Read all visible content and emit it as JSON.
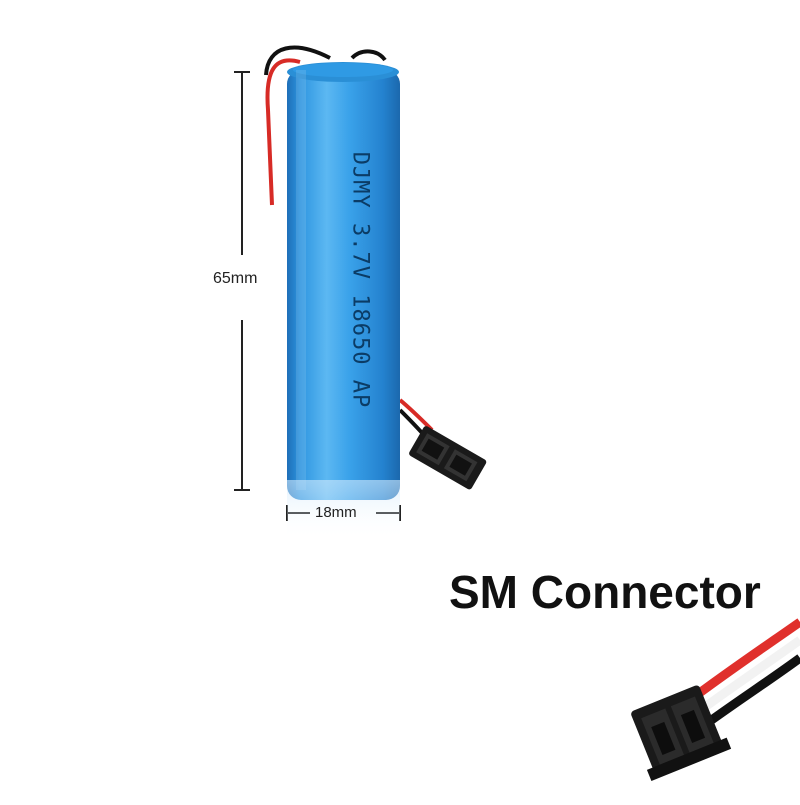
{
  "dimensions": {
    "height_label": "65mm",
    "width_label": "18mm"
  },
  "battery": {
    "print_text": "DJMY 3.7V 18650 AP",
    "body_color": "#2a8fd6"
  },
  "connector": {
    "title": "SM Connector",
    "wire_colors": [
      "#e0302c",
      "#111111",
      "#f2f2f2"
    ],
    "housing_color": "#1a1a1a"
  }
}
